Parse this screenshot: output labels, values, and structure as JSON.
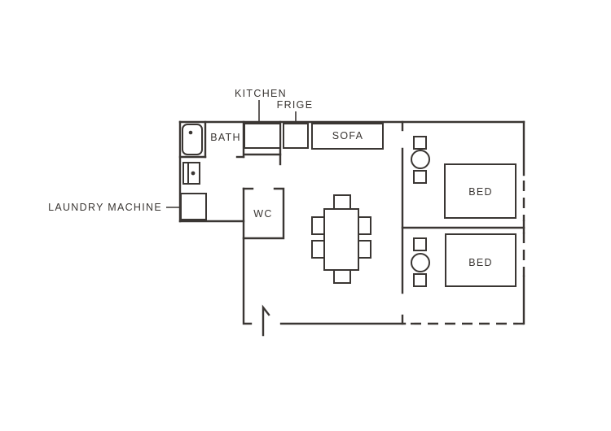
{
  "floorplan": {
    "labels": {
      "kitchen": "KITCHEN",
      "fridge": "FRIGE",
      "sofa": "SOFA",
      "bath": "BATH",
      "laundry_machine": "LAUNDRY MACHINE",
      "wc": "WC",
      "bedroom1_bed": "BED",
      "bedroom2_bed": "BED"
    },
    "colors": {
      "line": "#3a3633",
      "background": "#ffffff"
    }
  }
}
